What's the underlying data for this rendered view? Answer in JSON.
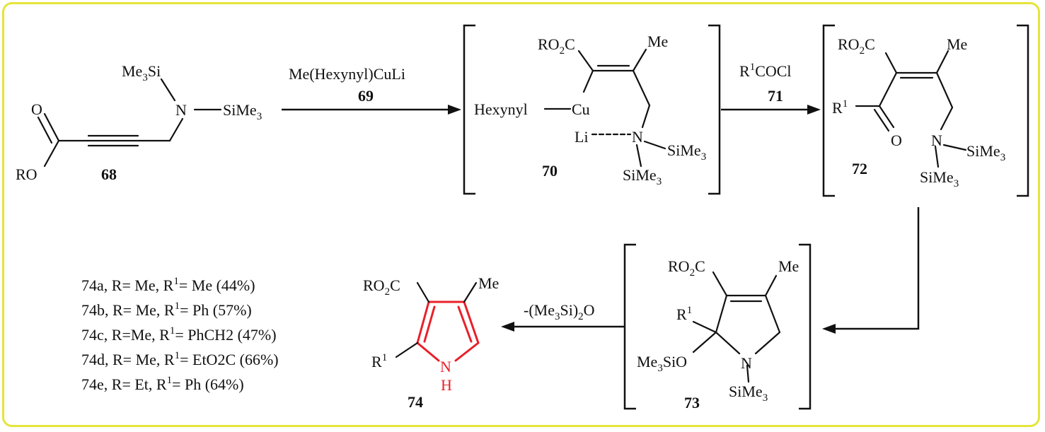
{
  "reactions": {
    "step1_reagent": "Me(Hexynyl)CuLi",
    "step1_label": "69",
    "step2_reagent_prefix": "R",
    "step2_reagent_sup": "1",
    "step2_reagent_suffix": "COCl",
    "step2_label": "71",
    "step4_reagent_prefix": "-(Me",
    "step4_reagent_sub1": "3",
    "step4_reagent_mid": "Si)",
    "step4_reagent_sub2": "2",
    "step4_reagent_suffix": "O"
  },
  "compounds": {
    "c68": "68",
    "c70": "70",
    "c72": "72",
    "c73": "73",
    "c74": "74"
  },
  "atoms": {
    "O": "O",
    "RO": "RO",
    "N": "N",
    "Me3Si_base": "Me",
    "Me3Si_sub": "3",
    "Me3Si_tail": "Si",
    "SiMe3_base": "SiMe",
    "SiMe3_sub": "3",
    "RO2C_pre": "RO",
    "RO2C_sub": "2",
    "RO2C_post": "C",
    "Me": "Me",
    "Hexynyl": "Hexynyl",
    "Cu": "Cu",
    "Li": "Li",
    "R1_base": "R",
    "R1_sup": "1",
    "Me3SiO_base": "Me",
    "Me3SiO_sub": "3",
    "Me3SiO_tail": "SiO",
    "NH_N": "N",
    "NH_H": "H"
  },
  "products": [
    {
      "id": "74a",
      "pre": ", R= Me, R",
      "post": "= Me (44%)"
    },
    {
      "id": "74b",
      "pre": ", R= Me, R",
      "post": "= Ph (57%)"
    },
    {
      "id": "74c",
      "pre": ", R=Me, R",
      "post": "= PhCH2 (47%)"
    },
    {
      "id": "74d",
      "pre": ", R= Me, R",
      "post": "= EtO2C (66%)"
    },
    {
      "id": "74e",
      "pre": ", R= Et, R",
      "post": "= Ph (64%)"
    }
  ],
  "product_sup": "1",
  "colors": {
    "frame": "#e5e53a",
    "pyrrole": "#e8202a",
    "ink": "#111111"
  }
}
